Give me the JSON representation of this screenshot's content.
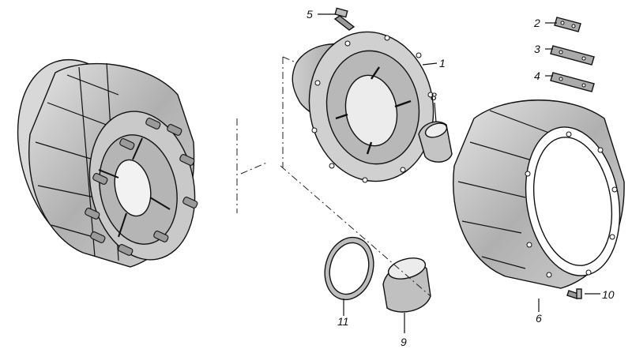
{
  "callouts": {
    "c1": "1",
    "c2": "2",
    "c3": "3",
    "c4": "4",
    "c5": "5",
    "c6": "6",
    "c8": "8",
    "c9": "9",
    "c10": "10",
    "c11": "11"
  },
  "colors": {
    "line": "#111111",
    "shade_dark": "#8c8c8c",
    "shade_mid": "#b8b8b8",
    "shade_light": "#dcdcdc",
    "background": "#ffffff"
  }
}
